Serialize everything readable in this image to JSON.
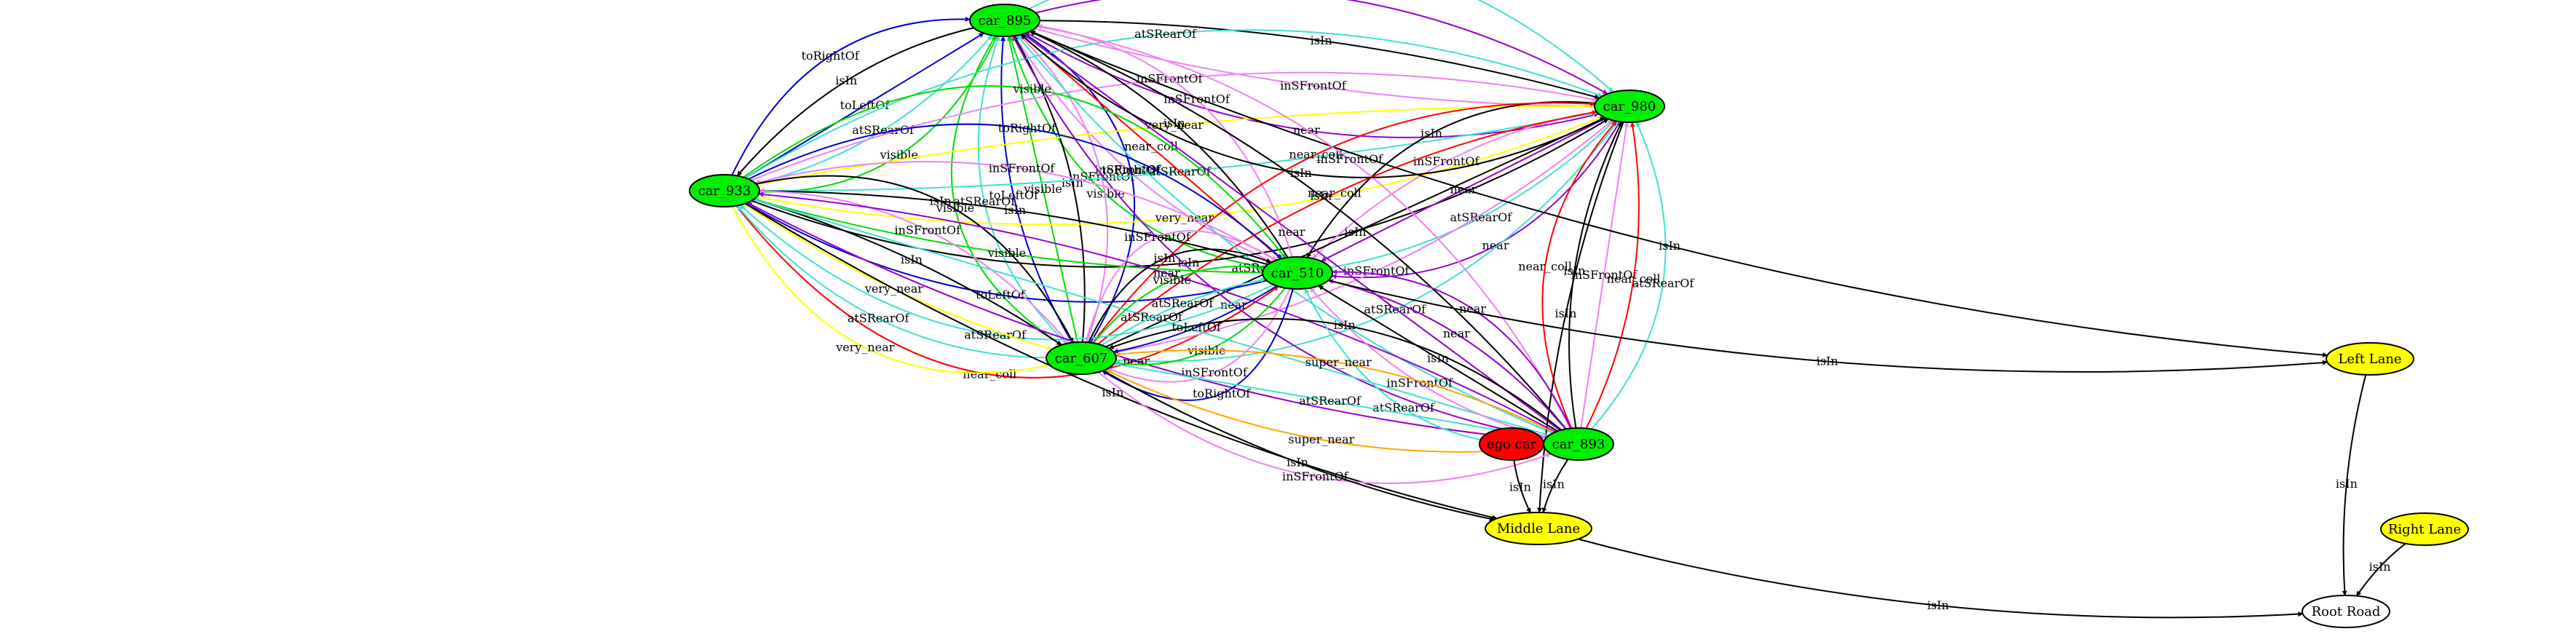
{
  "nodes": [
    {
      "id": "car_895",
      "label": "car_895",
      "fill": "#00ee00"
    },
    {
      "id": "car_980",
      "label": "car_980",
      "fill": "#00ee00"
    },
    {
      "id": "car_933",
      "label": "car_933",
      "fill": "#00ee00"
    },
    {
      "id": "car_510",
      "label": "car_510",
      "fill": "#00ee00"
    },
    {
      "id": "car_607",
      "label": "car_607",
      "fill": "#00ee00"
    },
    {
      "id": "car_893",
      "label": "car_893",
      "fill": "#00ee00"
    },
    {
      "id": "ego_car",
      "label": "ego car",
      "fill": "#ff0000"
    },
    {
      "id": "left_lane",
      "label": "Left Lane",
      "fill": "#ffff00"
    },
    {
      "id": "middle_lane",
      "label": "Middle Lane",
      "fill": "#ffff00"
    },
    {
      "id": "right_lane",
      "label": "Right Lane",
      "fill": "#ffff00"
    },
    {
      "id": "root_road",
      "label": "Root Road",
      "fill": "#ffffff"
    }
  ],
  "edges": [
    {
      "from": "car_933",
      "to": "car_895",
      "label": "visible",
      "color": "#00dd00"
    },
    {
      "from": "car_933",
      "to": "car_895",
      "label": "atSRearOf",
      "color": "#40e0d0"
    },
    {
      "from": "car_933",
      "to": "car_895",
      "label": "toLeftOf",
      "color": "#0000cd"
    },
    {
      "from": "car_510",
      "to": "car_895",
      "label": "visible",
      "color": "#00dd00"
    },
    {
      "from": "car_895",
      "to": "car_933",
      "label": "isIn",
      "color": "#000000"
    },
    {
      "from": "car_510",
      "to": "car_895",
      "label": "inSFrontOf",
      "color": "#ee82ee"
    },
    {
      "from": "car_933",
      "to": "car_895",
      "label": "toRightOf",
      "color": "#0000cd"
    },
    {
      "from": "car_607",
      "to": "car_895",
      "label": "visible",
      "color": "#00dd00"
    },
    {
      "from": "car_607",
      "to": "car_895",
      "label": "atSRearOf",
      "color": "#40e0d0"
    },
    {
      "from": "car_607",
      "to": "car_895",
      "label": "toLeftOf",
      "color": "#0000cd"
    },
    {
      "from": "car_607",
      "to": "car_895",
      "label": "visible",
      "color": "#00dd00"
    },
    {
      "from": "car_607",
      "to": "car_895",
      "label": "isIn",
      "color": "#000000"
    },
    {
      "from": "car_607",
      "to": "car_895",
      "label": "inSFrontOf",
      "color": "#ee82ee"
    },
    {
      "from": "car_607",
      "to": "car_895",
      "label": "toRightOf",
      "color": "#0000cd"
    },
    {
      "from": "car_895",
      "to": "car_980",
      "label": "atSRearOf",
      "color": "#40e0d0"
    },
    {
      "from": "car_895",
      "to": "car_980",
      "label": "near",
      "color": "#9400d3"
    },
    {
      "from": "car_895",
      "to": "car_980",
      "label": "isIn",
      "color": "#000000"
    },
    {
      "from": "car_895",
      "to": "car_980",
      "label": "inSFrontOf",
      "color": "#ee82ee"
    },
    {
      "from": "car_895",
      "to": "car_980",
      "label": "near",
      "color": "#9400d3"
    },
    {
      "from": "car_933",
      "to": "car_510",
      "label": "near_coll",
      "color": "#ff0000"
    },
    {
      "from": "car_933",
      "to": "car_980",
      "label": "atSRearOf",
      "color": "#40e0d0"
    },
    {
      "from": "car_933",
      "to": "car_980",
      "label": "inSFrontOf",
      "color": "#ee82ee"
    },
    {
      "from": "car_933",
      "to": "car_980",
      "label": "very_near",
      "color": "#ffff00"
    },
    {
      "from": "car_933",
      "to": "car_980",
      "label": "atSRearOf",
      "color": "#40e0d0"
    },
    {
      "from": "car_933",
      "to": "car_980",
      "label": "very_near",
      "color": "#ffff00"
    },
    {
      "from": "car_933",
      "to": "car_980",
      "label": "isIn",
      "color": "#000000"
    },
    {
      "from": "car_510",
      "to": "car_895",
      "label": "near_coll",
      "color": "#ff0000"
    },
    {
      "from": "car_510",
      "to": "car_895",
      "label": "isIn",
      "color": "#000000"
    },
    {
      "from": "car_510",
      "to": "car_895",
      "label": "inSFrontOf",
      "color": "#ee82ee"
    },
    {
      "from": "car_980",
      "to": "car_510",
      "label": "isIn",
      "color": "#000000"
    },
    {
      "from": "car_980",
      "to": "car_510",
      "label": "inSFrontOf",
      "color": "#ee82ee"
    },
    {
      "from": "car_980",
      "to": "car_510",
      "label": "near",
      "color": "#9400d3"
    },
    {
      "from": "car_510",
      "to": "car_980",
      "label": "atSRearOf",
      "color": "#40e0d0"
    },
    {
      "from": "car_980",
      "to": "car_510",
      "label": "near",
      "color": "#9400d3"
    },
    {
      "from": "car_607",
      "to": "car_980",
      "label": "near_coll",
      "color": "#ff0000"
    },
    {
      "from": "car_607",
      "to": "car_980",
      "label": "near_coll",
      "color": "#ff0000"
    },
    {
      "from": "car_607",
      "to": "car_980",
      "label": "isIn",
      "color": "#000000"
    },
    {
      "from": "car_607",
      "to": "car_980",
      "label": "inSFrontOf",
      "color": "#ee82ee"
    },
    {
      "from": "car_607",
      "to": "car_980",
      "label": "atSRearOf",
      "color": "#40e0d0"
    },
    {
      "from": "car_893",
      "to": "car_980",
      "label": "near_coll",
      "color": "#ff0000"
    },
    {
      "from": "car_893",
      "to": "car_980",
      "label": "isIn",
      "color": "#000000"
    },
    {
      "from": "car_893",
      "to": "car_980",
      "label": "inSFrontOf",
      "color": "#ee82ee"
    },
    {
      "from": "car_893",
      "to": "car_980",
      "label": "near_coll",
      "color": "#ff0000"
    },
    {
      "from": "car_893",
      "to": "car_980",
      "label": "atSRearOf",
      "color": "#40e0d0"
    },
    {
      "from": "car_893",
      "to": "car_895",
      "label": "near",
      "color": "#9400d3"
    },
    {
      "from": "car_893",
      "to": "car_895",
      "label": "atSRearOf",
      "color": "#40e0d0"
    },
    {
      "from": "car_893",
      "to": "car_895",
      "label": "near",
      "color": "#9400d3"
    },
    {
      "from": "car_895",
      "to": "left_lane",
      "label": "isIn",
      "color": "#000000"
    },
    {
      "from": "car_893",
      "to": "car_895",
      "label": "isIn",
      "color": "#000000"
    },
    {
      "from": "car_893",
      "to": "car_895",
      "label": "inSFrontOf",
      "color": "#ee82ee"
    },
    {
      "from": "car_980",
      "to": "middle_lane",
      "label": "isIn",
      "color": "#000000"
    },
    {
      "from": "car_510",
      "to": "car_933",
      "label": "atSRearOf",
      "color": "#40e0d0"
    },
    {
      "from": "car_510",
      "to": "car_933",
      "label": "toLeftOf",
      "color": "#0000cd"
    },
    {
      "from": "car_510",
      "to": "car_933",
      "label": "visible",
      "color": "#00dd00"
    },
    {
      "from": "car_510",
      "to": "car_933",
      "label": "isIn",
      "color": "#000000"
    },
    {
      "from": "car_510",
      "to": "car_933",
      "label": "inSFrontOf",
      "color": "#ee82ee"
    },
    {
      "from": "car_933",
      "to": "car_510",
      "label": "toRightOf",
      "color": "#0000cd"
    },
    {
      "from": "car_933",
      "to": "car_510",
      "label": "visible",
      "color": "#00dd00"
    },
    {
      "from": "car_933",
      "to": "car_607",
      "label": "very_near",
      "color": "#ffff00"
    },
    {
      "from": "car_607",
      "to": "car_933",
      "label": "atSRearOf",
      "color": "#40e0d0"
    },
    {
      "from": "car_933",
      "to": "car_607",
      "label": "very_near",
      "color": "#ffff00"
    },
    {
      "from": "car_933",
      "to": "car_607",
      "label": "isIn",
      "color": "#000000"
    },
    {
      "from": "car_607",
      "to": "car_933",
      "label": "inSFrontOf",
      "color": "#ee82ee"
    },
    {
      "from": "car_933",
      "to": "car_607",
      "label": "isIn",
      "color": "#000000"
    },
    {
      "from": "car_893",
      "to": "car_933",
      "label": "near",
      "color": "#9400d3"
    },
    {
      "from": "car_893",
      "to": "car_933",
      "label": "atSRearOf",
      "color": "#40e0d0"
    },
    {
      "from": "car_893",
      "to": "car_933",
      "label": "near",
      "color": "#9400d3"
    },
    {
      "from": "car_933",
      "to": "middle_lane",
      "label": "isIn",
      "color": "#000000"
    },
    {
      "from": "car_510",
      "to": "car_607",
      "label": "toRightOf",
      "color": "#0000cd"
    },
    {
      "from": "car_510",
      "to": "car_607",
      "label": "inSFrontOf",
      "color": "#ee82ee"
    },
    {
      "from": "car_510",
      "to": "car_607",
      "label": "visible",
      "color": "#00dd00"
    },
    {
      "from": "car_510",
      "to": "car_607",
      "label": "toLeftOf",
      "color": "#0000cd"
    },
    {
      "from": "car_607",
      "to": "car_510",
      "label": "atSRearOf",
      "color": "#40e0d0"
    },
    {
      "from": "car_607",
      "to": "car_510",
      "label": "visible",
      "color": "#00dd00"
    },
    {
      "from": "car_607",
      "to": "car_510",
      "label": "isIn",
      "color": "#000000"
    },
    {
      "from": "car_607",
      "to": "car_510",
      "label": "inSFrontOf",
      "color": "#ee82ee"
    },
    {
      "from": "car_893",
      "to": "car_510",
      "label": "near",
      "color": "#9400d3"
    },
    {
      "from": "car_893",
      "to": "car_510",
      "label": "near",
      "color": "#9400d3"
    },
    {
      "from": "car_893",
      "to": "car_510",
      "label": "isIn",
      "color": "#000000"
    },
    {
      "from": "car_893",
      "to": "car_510",
      "label": "inSFrontOf",
      "color": "#ee82ee"
    },
    {
      "from": "car_893",
      "to": "car_510",
      "label": "atSRearOf",
      "color": "#40e0d0"
    },
    {
      "from": "car_510",
      "to": "left_lane",
      "label": "isIn",
      "color": "#000000"
    },
    {
      "from": "car_893",
      "to": "car_607",
      "label": "isIn",
      "color": "#000000"
    },
    {
      "from": "car_893",
      "to": "car_607",
      "label": "super_near",
      "color": "#ffa500"
    },
    {
      "from": "car_893",
      "to": "car_607",
      "label": "atSRearOf",
      "color": "#40e0d0"
    },
    {
      "from": "car_893",
      "to": "car_607",
      "label": "super_near",
      "color": "#ffa500"
    },
    {
      "from": "car_607",
      "to": "car_893",
      "label": "inSFrontOf",
      "color": "#ee82ee"
    },
    {
      "from": "car_607",
      "to": "middle_lane",
      "label": "isIn",
      "color": "#000000"
    },
    {
      "from": "ego_car",
      "to": "middle_lane",
      "label": "isIn",
      "color": "#000000"
    },
    {
      "from": "car_893",
      "to": "middle_lane",
      "label": "isIn",
      "color": "#000000"
    },
    {
      "from": "left_lane",
      "to": "root_road",
      "label": "isIn",
      "color": "#000000"
    },
    {
      "from": "middle_lane",
      "to": "root_road",
      "label": "isIn",
      "color": "#000000"
    },
    {
      "from": "right_lane",
      "to": "root_road",
      "label": "isIn",
      "color": "#000000"
    },
    {
      "from": "car_980",
      "to": "car_895",
      "label": "isIn",
      "color": "#000000"
    }
  ]
}
